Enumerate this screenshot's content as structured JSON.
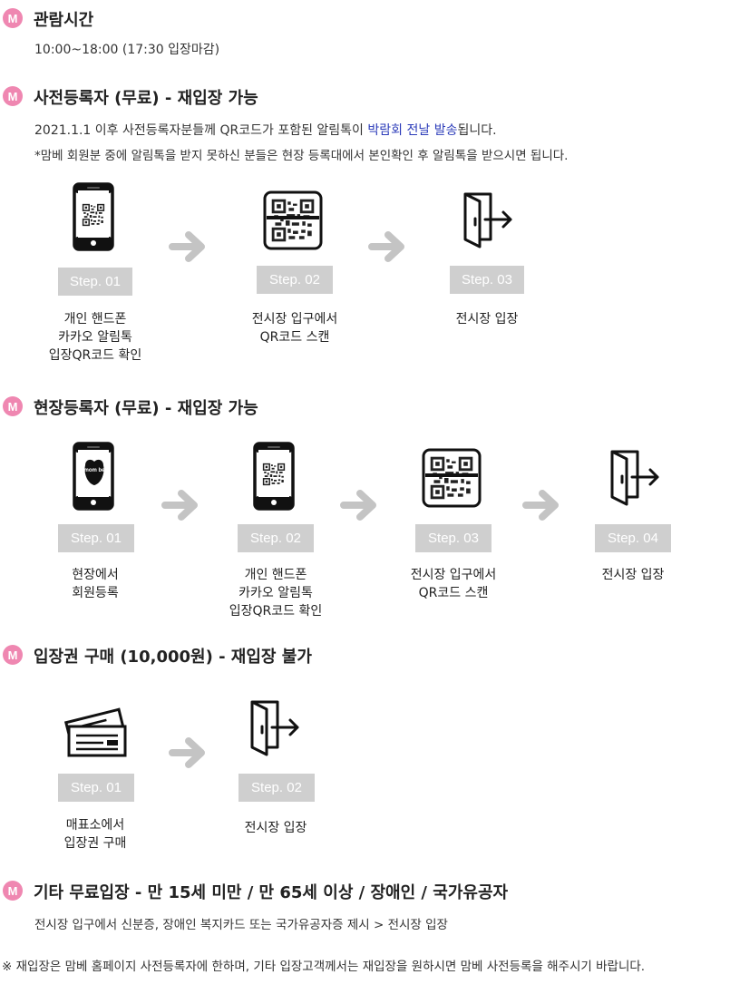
{
  "sections": {
    "hours": {
      "badge": "M",
      "title": "관람시간",
      "text": "10:00~18:00 (17:30 입장마감)"
    },
    "pre_registered": {
      "badge": "M",
      "title": "사전등록자 (무료) - 재입장 가능",
      "line1_prefix": "2021.1.1 이후 사전등록자분들께 QR코드가 포함된 알림톡이 ",
      "line1_highlight": "박람회 전날 발송",
      "line1_suffix": "됩니다.",
      "line2": "*맘베 회원분 중에 알림톡을 받지 못하신 분들은 현장 등록대에서 본인확인 후 알림톡을 받으시면 됩니다.",
      "steps": [
        {
          "label": "Step. 01",
          "caption": [
            "개인 핸드폰",
            "카카오 알림톡",
            "입장QR코드 확인"
          ],
          "icon": "phone-qr-icon"
        },
        {
          "label": "Step. 02",
          "caption": [
            "전시장 입구에서",
            "QR코드 스캔"
          ],
          "icon": "qr-code-icon"
        },
        {
          "label": "Step. 03",
          "caption": [
            "전시장 입장"
          ],
          "icon": "door-exit-icon"
        }
      ]
    },
    "onsite": {
      "badge": "M",
      "title": "현장등록자 (무료) - 재입장 가능",
      "steps": [
        {
          "label": "Step. 01",
          "caption": [
            "현장에서",
            "회원등록"
          ],
          "icon": "phone-mombe-icon",
          "logo_text": "mom be"
        },
        {
          "label": "Step. 02",
          "caption": [
            "개인 핸드폰",
            "카카오 알림톡",
            "입장QR코드 확인"
          ],
          "icon": "phone-qr-icon"
        },
        {
          "label": "Step. 03",
          "caption": [
            "전시장 입구에서",
            "QR코드 스캔"
          ],
          "icon": "qr-code-icon"
        },
        {
          "label": "Step. 04",
          "caption": [
            "전시장 입장"
          ],
          "icon": "door-exit-icon"
        }
      ]
    },
    "ticket": {
      "badge": "M",
      "title": "입장권 구매 (10,000원) - 재입장 불가",
      "steps": [
        {
          "label": "Step. 01",
          "caption": [
            "매표소에서",
            "입장권 구매"
          ],
          "icon": "ticket-icon"
        },
        {
          "label": "Step. 02",
          "caption": [
            "전시장 입장"
          ],
          "icon": "door-exit-icon"
        }
      ]
    },
    "other": {
      "badge": "M",
      "title": "기타 무료입장 - 만 15세 미만 / 만 65세 이상 / 장애인 / 국가유공자",
      "text": "전시장 입구에서 신분증, 장애인 복지카드 또는 국가유공자증 제시 > 전시장 입장"
    }
  },
  "footnote": "※ 재입장은 맘베 홈페이지 사전등록자에 한하며, 기타 입장고객께서는 재입장을 원하시면 맘베 사전등록을 해주시기 바랍니다.",
  "colors": {
    "badge": "#ef87b1",
    "step_box": "#cfcfcf",
    "arrow": "#c4c4c4",
    "highlight": "#2b3bb9"
  }
}
